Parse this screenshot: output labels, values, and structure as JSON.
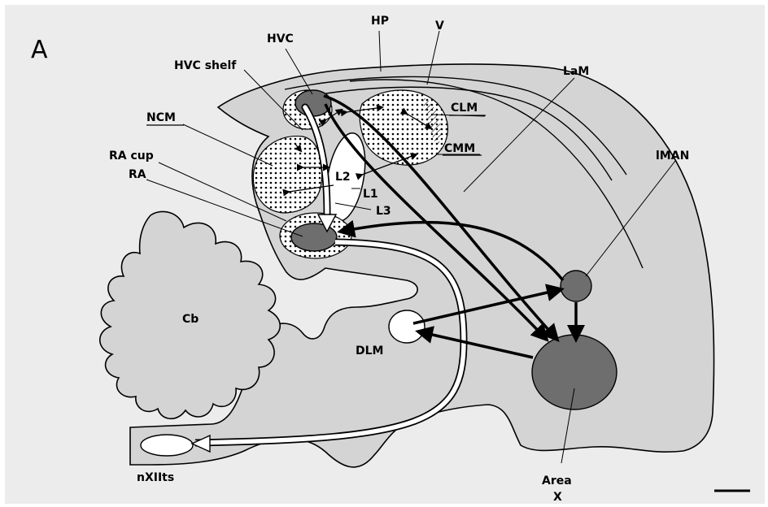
{
  "panel_letter": "A",
  "labels": {
    "hp": "HP",
    "v": "V",
    "hvc": "HVC",
    "hvc_shelf": "HVC shelf",
    "lam": "LaM",
    "ncm": "NCM",
    "clm": "CLM",
    "cmm": "CMM",
    "lman": "lMAN",
    "ra_cup": "RA cup",
    "ra": "RA",
    "l1": "L1",
    "l2": "L2",
    "l3": "L3",
    "cb": "Cb",
    "dlm": "DLM",
    "nxiits": "nXIIts",
    "area_x_line1": "Area",
    "area_x_line2": "X"
  },
  "colors": {
    "brain_fill": "#d4d4d4",
    "nucleus_fill": "#6e6e6e",
    "background": "#ececec"
  }
}
